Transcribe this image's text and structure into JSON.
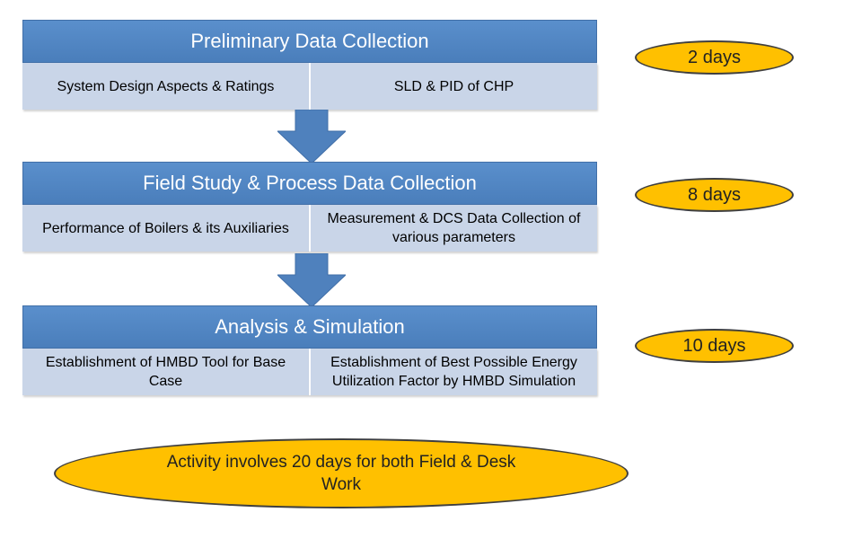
{
  "stages": [
    {
      "title": "Preliminary Data Collection",
      "left": "System Design Aspects & Ratings",
      "right": "SLD & PID of CHP",
      "duration": "2 days"
    },
    {
      "title": "Field Study & Process Data Collection",
      "left": "Performance of  Boilers & its Auxiliaries",
      "right": "Measurement & DCS Data Collection of various parameters",
      "duration": "8 days"
    },
    {
      "title": "Analysis & Simulation",
      "left": "Establishment of HMBD Tool for Base Case",
      "right": "Establishment of Best Possible Energy Utilization Factor by HMBD Simulation",
      "duration": "10 days"
    }
  ],
  "summary": "Activity involves 20 days for both Field  & Desk Work",
  "colors": {
    "header_blue": "#4f81bd",
    "sub_cell": "#c9d5e8",
    "arrow": "#4f81bd",
    "pill_fill": "#ffc000",
    "pill_border": "#3f3f3f"
  }
}
